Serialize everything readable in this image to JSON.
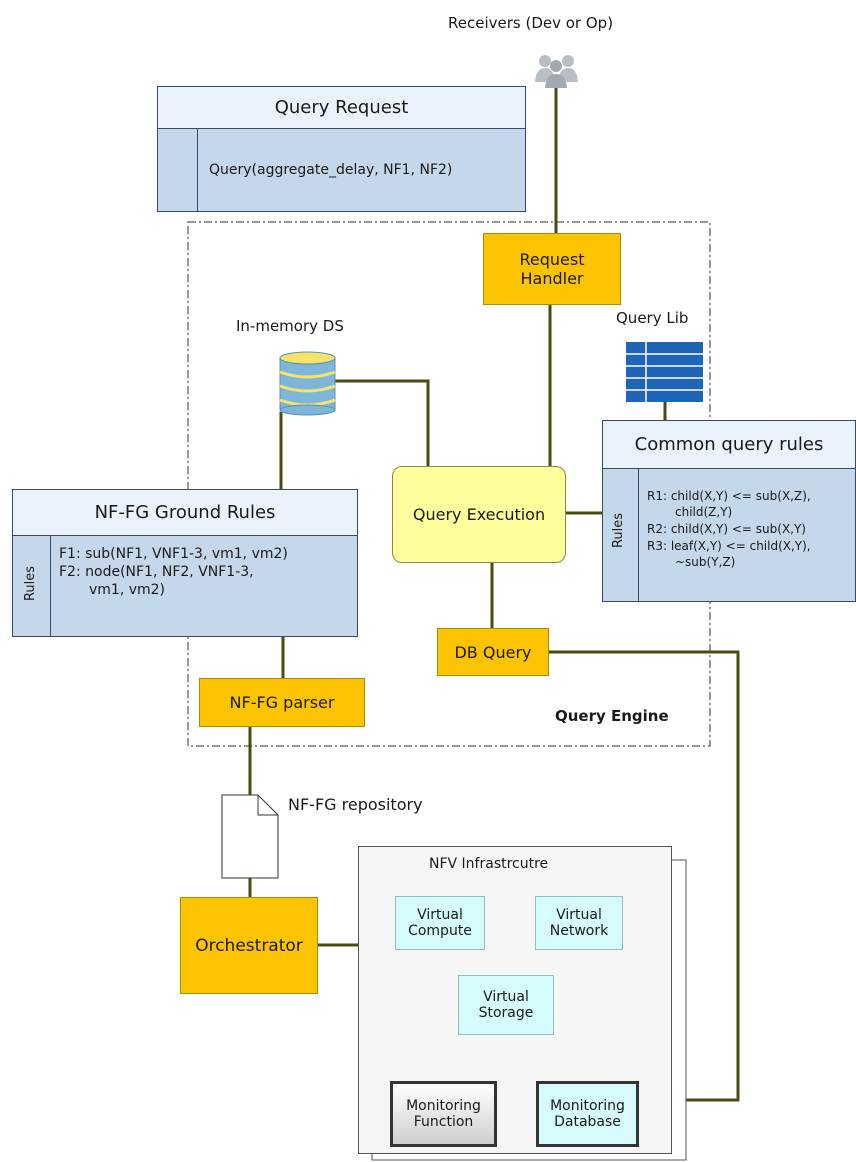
{
  "receivers": {
    "label": "Receivers (Dev or Op)"
  },
  "query_request": {
    "title": "Query Request",
    "body": "Query(aggregate_delay, NF1, NF2)"
  },
  "request_handler": {
    "line1": "Request",
    "line2": "Handler"
  },
  "in_memory_ds": {
    "label": "In-memory DS"
  },
  "query_lib": {
    "label": "Query Lib"
  },
  "common_query_rules": {
    "title": "Common query rules",
    "side_label": "Rules",
    "lines": [
      "R1: child(X,Y) <= sub(X,Z),",
      "child(Z,Y)",
      "R2: child(X,Y) <= sub(X,Y)",
      "R3: leaf(X,Y) <= child(X,Y),",
      "~sub(Y,Z)"
    ]
  },
  "nffg_ground_rules": {
    "title": "NF-FG Ground Rules",
    "side_label": "Rules",
    "lines": [
      "F1: sub(NF1, VNF1-3, vm1, vm2)",
      "F2: node(NF1, NF2, VNF1-3,",
      "vm1,  vm2)"
    ]
  },
  "query_execution": {
    "label": "Query Execution"
  },
  "db_query": {
    "label": "DB Query"
  },
  "nffg_parser": {
    "label": "NF-FG parser"
  },
  "query_engine": {
    "label": "Query Engine"
  },
  "nffg_repository": {
    "label": "NF-FG repository"
  },
  "nfv_infrastructure": {
    "title": "NFV Infrastrcutre",
    "virtual_compute": {
      "line1": "Virtual",
      "line2": "Compute"
    },
    "virtual_network": {
      "line1": "Virtual",
      "line2": "Network"
    },
    "virtual_storage": {
      "line1": "Virtual",
      "line2": "Storage"
    },
    "monitoring_function": {
      "line1": "Monitoring",
      "line2": "Function"
    },
    "monitoring_database": {
      "line1": "Monitoring",
      "line2": "Database"
    }
  },
  "orchestrator": {
    "label": "Orchestrator"
  },
  "colors": {
    "orange": "#fcc400",
    "panel_blue": "#c5d7ea",
    "header_blue": "#eaf2fb",
    "query_exec_yellow": "#ffff9e",
    "connector": "#4a4a12",
    "virtual_cyan": "#d6fbfc"
  }
}
